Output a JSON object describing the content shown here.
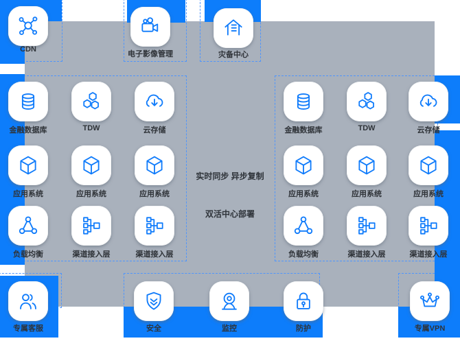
{
  "colors": {
    "accent_blue": "#0d7dfb",
    "canvas_gray": "#a9b1bc",
    "dashed_border": "#4e95fd",
    "label_text": "#2f3338",
    "tile_background": "#ffffff"
  },
  "top_row": [
    {
      "icon": "cdn-network-icon",
      "label": "CDN"
    },
    {
      "icon": "video-camera-icon",
      "label": "电子影像管理"
    },
    {
      "icon": "disaster-house-icon",
      "label": "灾备中心"
    }
  ],
  "center_labels": {
    "sync": "实时同步 异步复制",
    "deploy": "双活中心部署"
  },
  "grids": {
    "left": {
      "items": [
        {
          "icon": "database-icon",
          "label": "金融数据库"
        },
        {
          "icon": "hexagons-icon",
          "label": "TDW"
        },
        {
          "icon": "cloud-download-icon",
          "label": "云存储"
        },
        {
          "icon": "cube-icon",
          "label": "应用系统"
        },
        {
          "icon": "cube-icon",
          "label": "应用系统"
        },
        {
          "icon": "cube-icon",
          "label": "应用系统"
        },
        {
          "icon": "load-balancer-icon",
          "label": "负载均衡"
        },
        {
          "icon": "hierarchy-icon",
          "label": "渠道接入层"
        },
        {
          "icon": "hierarchy-icon",
          "label": "渠道接入层"
        }
      ]
    },
    "right": {
      "items": [
        {
          "icon": "database-icon",
          "label": "金融数据库"
        },
        {
          "icon": "hexagons-icon",
          "label": "TDW"
        },
        {
          "icon": "cloud-download-icon",
          "label": "云存储"
        },
        {
          "icon": "cube-icon",
          "label": "应用系统"
        },
        {
          "icon": "cube-icon",
          "label": "应用系统"
        },
        {
          "icon": "cube-icon",
          "label": "应用系统"
        },
        {
          "icon": "load-balancer-icon",
          "label": "负载均衡"
        },
        {
          "icon": "hierarchy-icon",
          "label": "渠道接入层"
        },
        {
          "icon": "hierarchy-icon",
          "label": "渠道接入层"
        }
      ]
    }
  },
  "bottom_row": [
    {
      "icon": "users-icon",
      "label": "专属客服"
    },
    {
      "icon": "shield-check-icon",
      "label": "安全"
    },
    {
      "icon": "webcam-icon",
      "label": "监控"
    },
    {
      "icon": "padlock-icon",
      "label": "防护"
    },
    {
      "icon": "crown-icon",
      "label": "专属VPN"
    }
  ]
}
